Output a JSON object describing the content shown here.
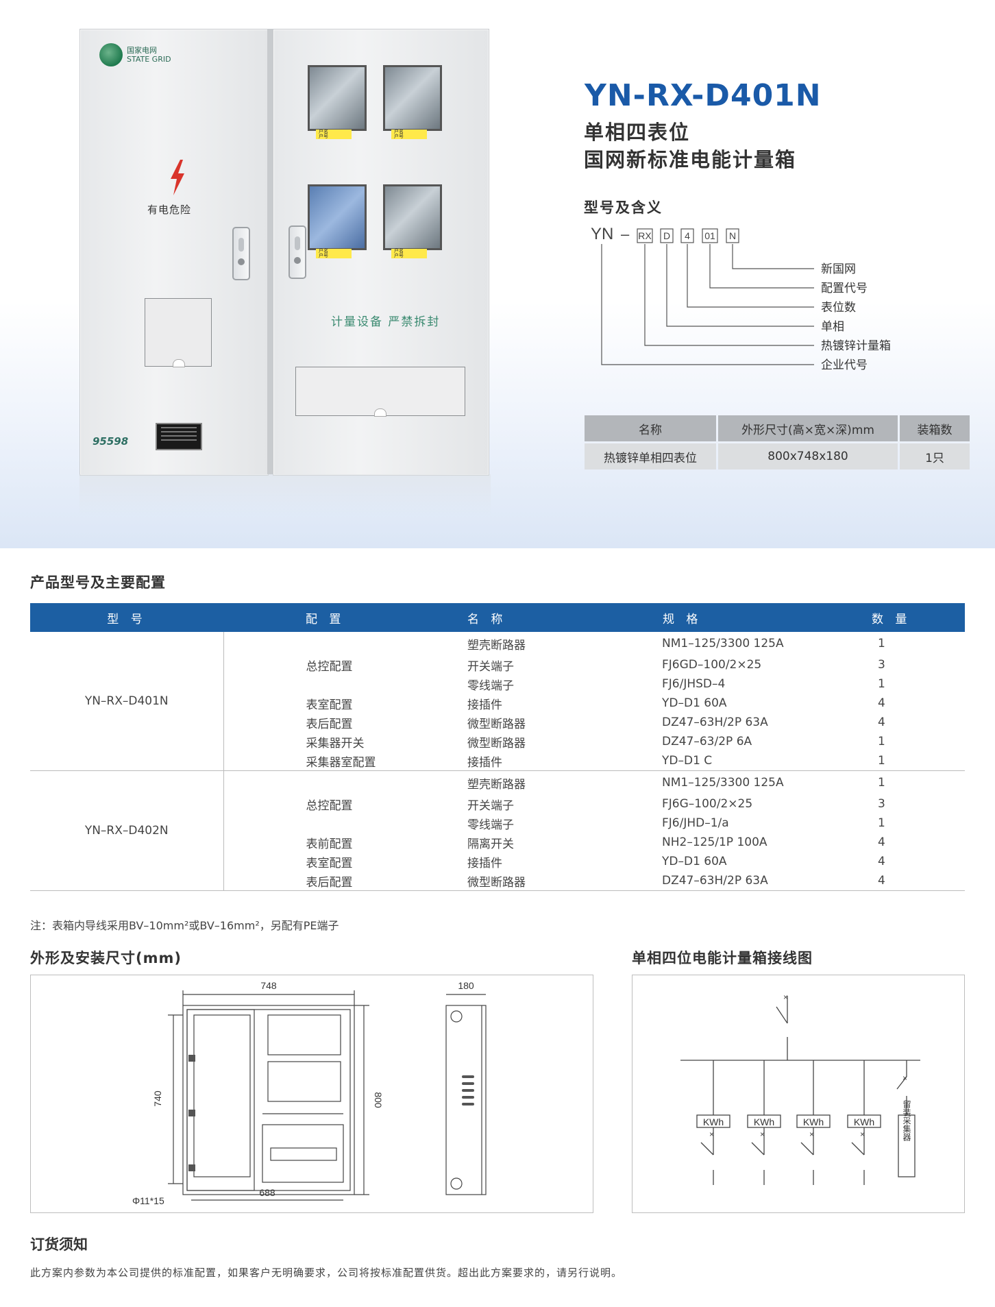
{
  "hero": {
    "brand_cn": "国家电网",
    "brand_en": "STATE GRID",
    "danger_text": "有电危险",
    "seal_text": "计量设备 严禁拆封",
    "hotline": "95598",
    "window_label_1": "户名",
    "window_label_2": "户号"
  },
  "product": {
    "model": "YN-RX-D401N",
    "subtitle1": "单相四表位",
    "subtitle2": "国网新标准电能计量箱"
  },
  "meaning": {
    "heading": "型号及含义",
    "code": {
      "prefix": "YN",
      "dash": "–",
      "parts": [
        "RX",
        "D",
        "4",
        "01",
        "N"
      ]
    },
    "labels": [
      "新国网",
      "配置代号",
      "表位数",
      "单相",
      "热镀锌计量箱",
      "企业代号"
    ]
  },
  "spec_table": {
    "headers": [
      "名称",
      "外形尺寸(高×宽×深)mm",
      "装箱数"
    ],
    "row": [
      "热镀锌单相四表位",
      "800x748x180",
      "1只"
    ]
  },
  "config": {
    "heading": "产品型号及主要配置",
    "headers": [
      "型 号",
      "配 置",
      "名 称",
      "规 格",
      "数 量"
    ],
    "groups": [
      {
        "model": "YN–RX–D401N",
        "rows": [
          [
            "",
            "塑壳断路器",
            "NM1–125/3300 125A",
            "1"
          ],
          [
            "总控配置",
            "开关端子",
            "FJ6GD–100/2×25",
            "3"
          ],
          [
            "",
            "零线端子",
            "FJ6/JHSD–4",
            "1"
          ],
          [
            "表室配置",
            "接插件",
            "YD–D1 60A",
            "4"
          ],
          [
            "表后配置",
            "微型断路器",
            "DZ47–63H/2P 63A",
            "4"
          ],
          [
            "采集器开关",
            "微型断路器",
            "DZ47–63/2P 6A",
            "1"
          ],
          [
            "采集器室配置",
            "接插件",
            "YD–D1 C",
            "1"
          ]
        ]
      },
      {
        "model": "YN–RX–D402N",
        "rows": [
          [
            "",
            "塑壳断路器",
            "NM1–125/3300 125A",
            "1"
          ],
          [
            "总控配置",
            "开关端子",
            "FJ6G–100/2×25",
            "3"
          ],
          [
            "",
            "零线端子",
            "FJ6/JHD–1/a",
            "1"
          ],
          [
            "表前配置",
            "隔离开关",
            "NH2–125/1P 100A",
            "4"
          ],
          [
            "表室配置",
            "接插件",
            "YD–D1 60A",
            "4"
          ],
          [
            "表后配置",
            "微型断路器",
            "DZ47–63H/2P 63A",
            "4"
          ]
        ]
      }
    ],
    "note": "注：表箱内导线采用BV–10mm²或BV–16mm²，另配有PE端子"
  },
  "drawing": {
    "heading": "外形及安装尺寸(mm)",
    "dim_width": "748",
    "dim_height": "740",
    "dim_outer_height": "800",
    "dim_depth": "180",
    "dim_bottom": "688",
    "hole": "Φ11*15"
  },
  "wiring": {
    "heading": "单相四位电能计量箱接线图",
    "meter_label": "KWh",
    "collector_label": "留装采集器"
  },
  "order": {
    "heading": "订货须知",
    "text": "此方案内参数为本公司提供的标准配置，如果客户无明确要求，公司将按标准配置供货。超出此方案要求的，请另行说明。"
  }
}
